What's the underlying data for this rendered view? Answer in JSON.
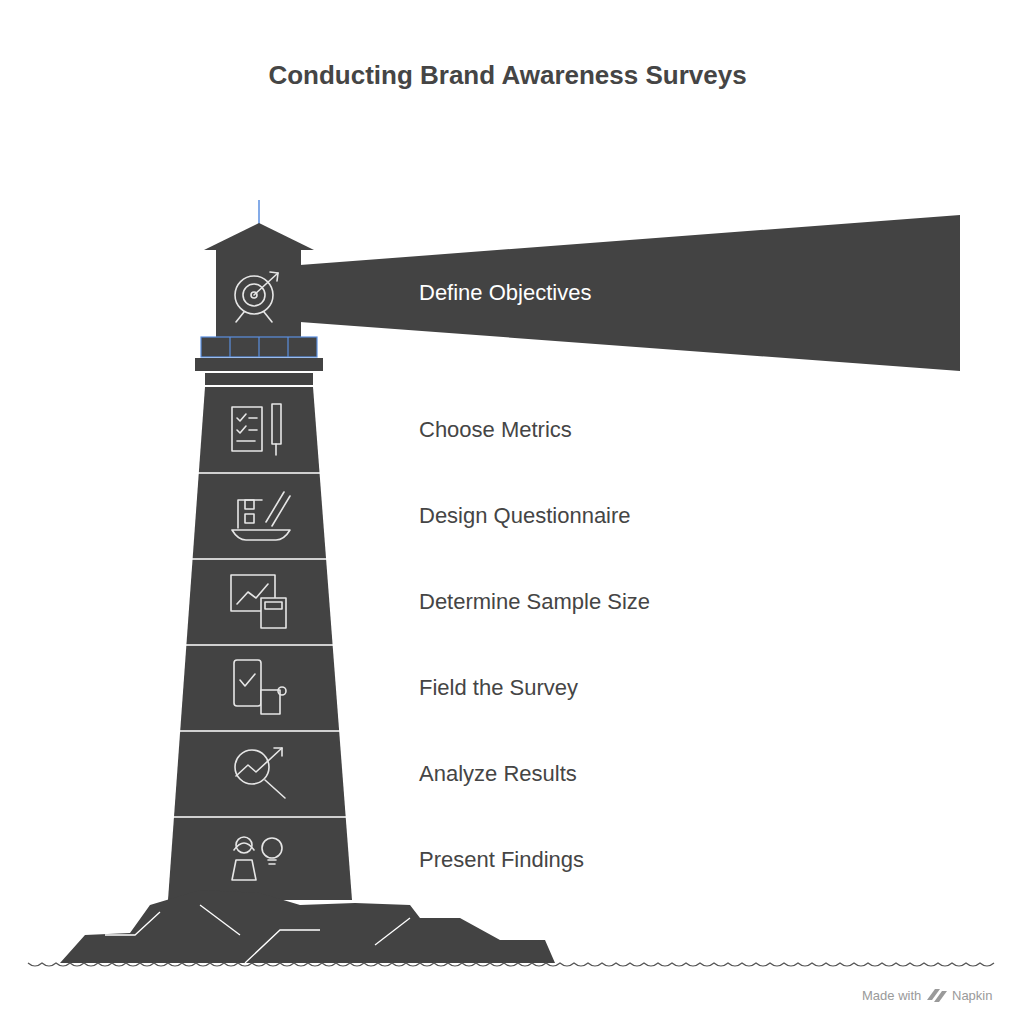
{
  "diagram": {
    "title": "Conducting Brand Awareness Surveys",
    "nodes": [
      {
        "text": [
          "Define Objectives"
        ]
      },
      {
        "text": [
          "Choose Metrics"
        ]
      },
      {
        "text": [
          "Design Questionnaire"
        ]
      },
      {
        "text": [
          "Determine Sample Size"
        ]
      },
      {
        "text": [
          "Field the Survey"
        ]
      },
      {
        "text": [
          "Analyze Results"
        ]
      },
      {
        "text": [
          "Present Findings"
        ]
      }
    ],
    "labels": [
      "Made with",
      "Napkin"
    ]
  }
}
